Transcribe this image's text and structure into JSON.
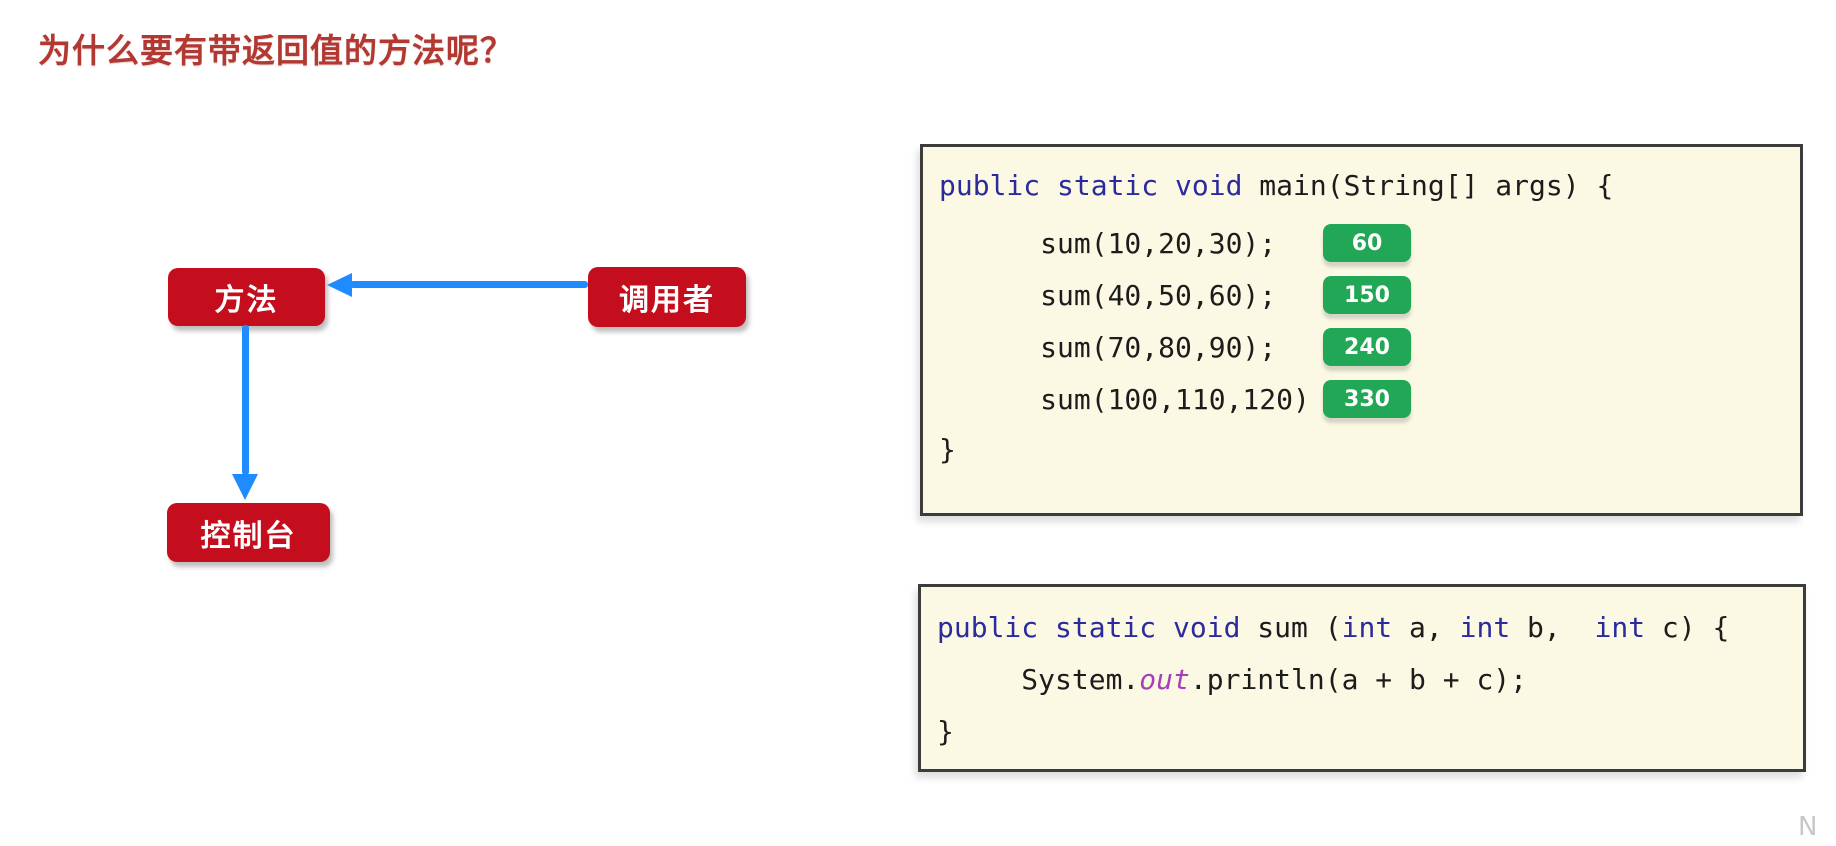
{
  "title": "为什么要有带返回值的方法呢？",
  "watermark": "N",
  "diagram": {
    "method_label": "方法",
    "caller_label": "调用者",
    "console_label": "控制台"
  },
  "code_main": {
    "line1": {
      "keywords": "public static void ",
      "rest": "main(String[] args) {"
    },
    "calls": [
      {
        "code": "      sum(10,20,30);",
        "result": "60"
      },
      {
        "code": "      sum(40,50,60);",
        "result": "150"
      },
      {
        "code": "      sum(70,80,90);",
        "result": "240"
      },
      {
        "code": "      sum(100,110,120)",
        "result": "330"
      }
    ],
    "closing_brace": "}"
  },
  "code_sum": {
    "line1": {
      "kw_modifiers": "public static void ",
      "name": "sum (",
      "kw_int_a": "int",
      "param_a": " a, ",
      "kw_int_b": "int",
      "param_b": " b,  ",
      "kw_int_c": "int",
      "param_c": " c) {"
    },
    "line2": {
      "prefix": "     System.",
      "field": "out",
      "suffix": ".println(a + b + c);"
    },
    "closing_brace": "}"
  },
  "colors": {
    "title_red": "#B23832",
    "box_red": "#C50E1D",
    "arrow_blue": "#1E8CFF",
    "badge_green": "#21A755",
    "keyword_blue": "#2B2B9E",
    "field_purple": "#A63FB8",
    "code_background": "#FBF9E3",
    "code_border": "#3C3C3C",
    "code_text": "#1C1C1C"
  }
}
